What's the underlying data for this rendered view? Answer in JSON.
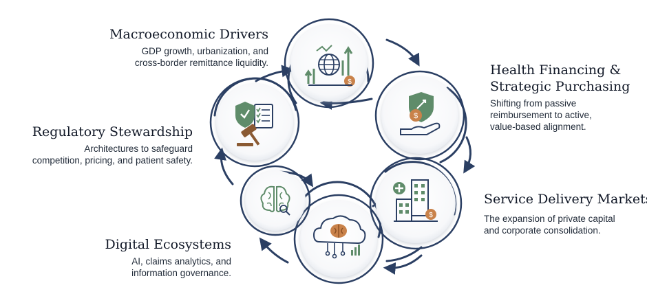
{
  "nodes": [
    {
      "title_lines": [
        "Macroeconomic Drivers"
      ],
      "desc_lines": [
        "GDP growth, urbanization, and",
        "cross-border remittance liquidity."
      ],
      "icon": "globe-growth-icon"
    },
    {
      "title_lines": [
        "Health Financing &",
        "Strategic Purchasing"
      ],
      "desc_lines": [
        "Shifting from passive",
        "reimbursement to active,",
        "value-based alignment."
      ],
      "icon": "hand-coin-shield-icon"
    },
    {
      "title_lines": [
        "Service Delivery Markets"
      ],
      "desc_lines": [
        "The expansion of private capital",
        "and corporate consolidation."
      ],
      "icon": "hospital-buildings-icon"
    },
    {
      "title_lines": [
        "Digital Ecosystems"
      ],
      "desc_lines": [
        "AI, claims analytics, and",
        "information governance."
      ],
      "icon": "cloud-brain-icon"
    },
    {
      "title_lines": [
        "Regulatory Stewardship"
      ],
      "desc_lines": [
        "Architectures to safeguard",
        "competition, pricing, and patient safety."
      ],
      "icon": "gavel-checklist-icon"
    }
  ],
  "center_icon": "ai-brain-icon",
  "colors": {
    "navy": "#2b3f63",
    "green": "#5f8c6a",
    "orange": "#c9824a",
    "circle_fill": "#ffffff",
    "circle_shadow": "#d6dbe3"
  }
}
